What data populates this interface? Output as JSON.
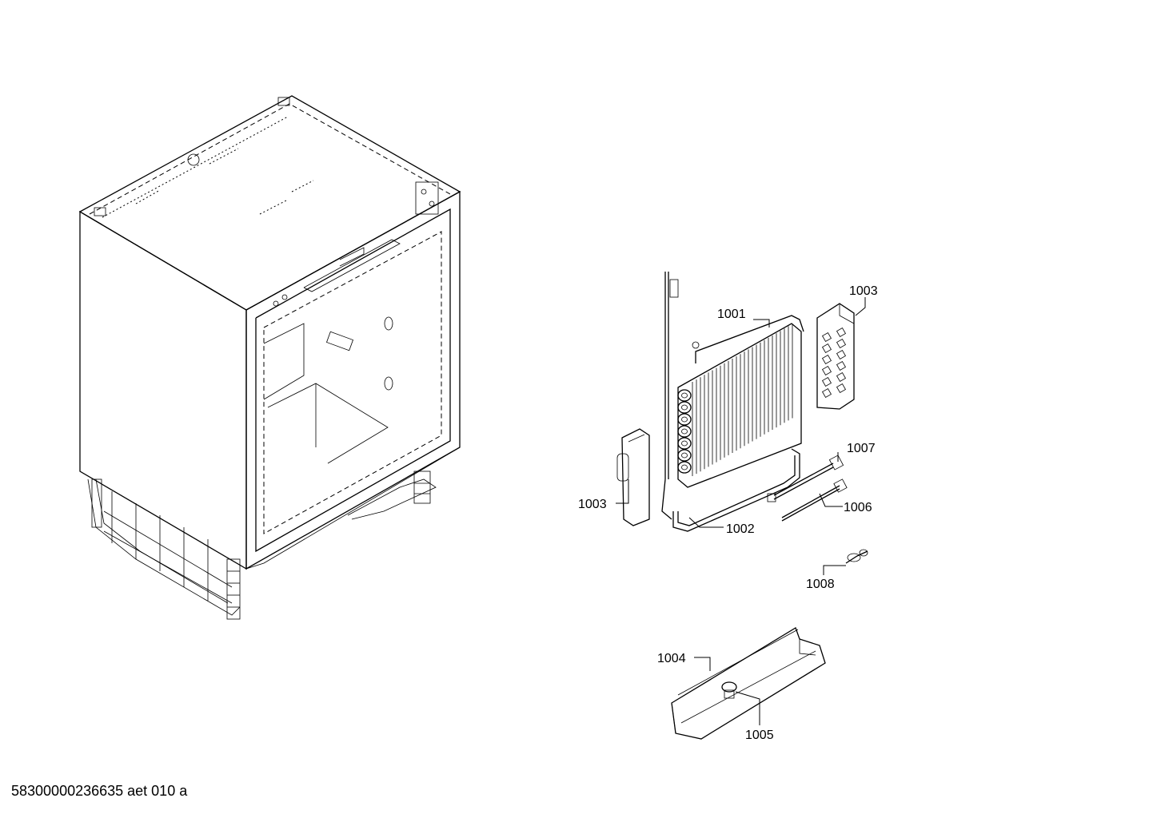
{
  "diagram": {
    "callouts": {
      "c1001": "1001",
      "c1002": "1002",
      "c1003_right": "1003",
      "c1003_left": "1003",
      "c1004": "1004",
      "c1005": "1005",
      "c1006": "1006",
      "c1007": "1007",
      "c1008": "1008"
    }
  },
  "footer": {
    "drawing_id": "58300000236635 aet 010 a"
  }
}
